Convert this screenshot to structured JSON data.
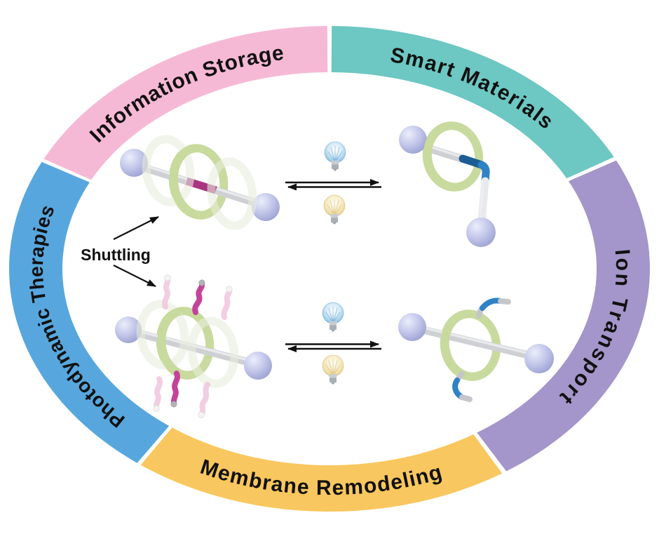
{
  "figure": {
    "kind": "graphical-abstract-diagram",
    "background": "#ffffff",
    "subject": "light-driven molecular shuttles (rotaxanes)"
  },
  "ring": {
    "segments": [
      {
        "name": "smart-materials",
        "label": "Smart Materials",
        "color": "#6dc7c2",
        "fill": [
          27.4,
          89.6
        ],
        "text": [
          88.0,
          29.0
        ],
        "font_size": 30,
        "letter_spacing": 2
      },
      {
        "name": "information-storage",
        "label": "Information Storage",
        "color": "#f6b9d5",
        "fill": [
          90.4,
          153.1
        ],
        "text": [
          152.3,
          91.6
        ],
        "font_size": 30,
        "letter_spacing": 1
      },
      {
        "name": "photodynamic-therapies",
        "label": "Photodynamic Therapies",
        "color": "#57a7de",
        "fill": [
          153.9,
          233.1
        ],
        "text": [
          231.5,
          155.6
        ],
        "font_size": 28,
        "letter_spacing": 1
      },
      {
        "name": "membrane-remodeling",
        "label": "Membrane Remodeling",
        "color": "#f9c75f",
        "fill": [
          -126.1,
          -57.4
        ],
        "text": [
          -124.5,
          -59.0
        ],
        "font_size": 30,
        "letter_spacing": 1
      },
      {
        "name": "ion-transport",
        "label": "Ion Transport",
        "color": "#a495ca",
        "fill": [
          -56.5,
          26.5
        ],
        "text": [
          24.5,
          -54.5
        ],
        "font_size": 30,
        "letter_spacing": 4
      }
    ]
  },
  "center": {
    "shuttling_label": "Shuttling"
  },
  "icons": {
    "blue_lightbulb": "lightbulb-blue-icon",
    "yellow_lightbulb": "lightbulb-yellow-icon",
    "equilibrium_arrows": "equilibrium-arrows-icon"
  },
  "palette": {
    "axle": "#cfd0d4",
    "stopper_sphere": "#b9bde4",
    "macrocycle_ring": "#c8da9d",
    "ghost_ring": "#e7ecdc",
    "station_magenta": "#a93580",
    "station_blue_dark": "#1c5d95",
    "station_blue": "#2f82c4",
    "arm_pink": "#f0c6dd",
    "arm_magenta": "#c4439a",
    "arm_blue": "#2f82c4",
    "lightbulb_blue": "#4d93cc",
    "lightbulb_yellow": "#dcb75f",
    "arrow_black": "#111111"
  }
}
